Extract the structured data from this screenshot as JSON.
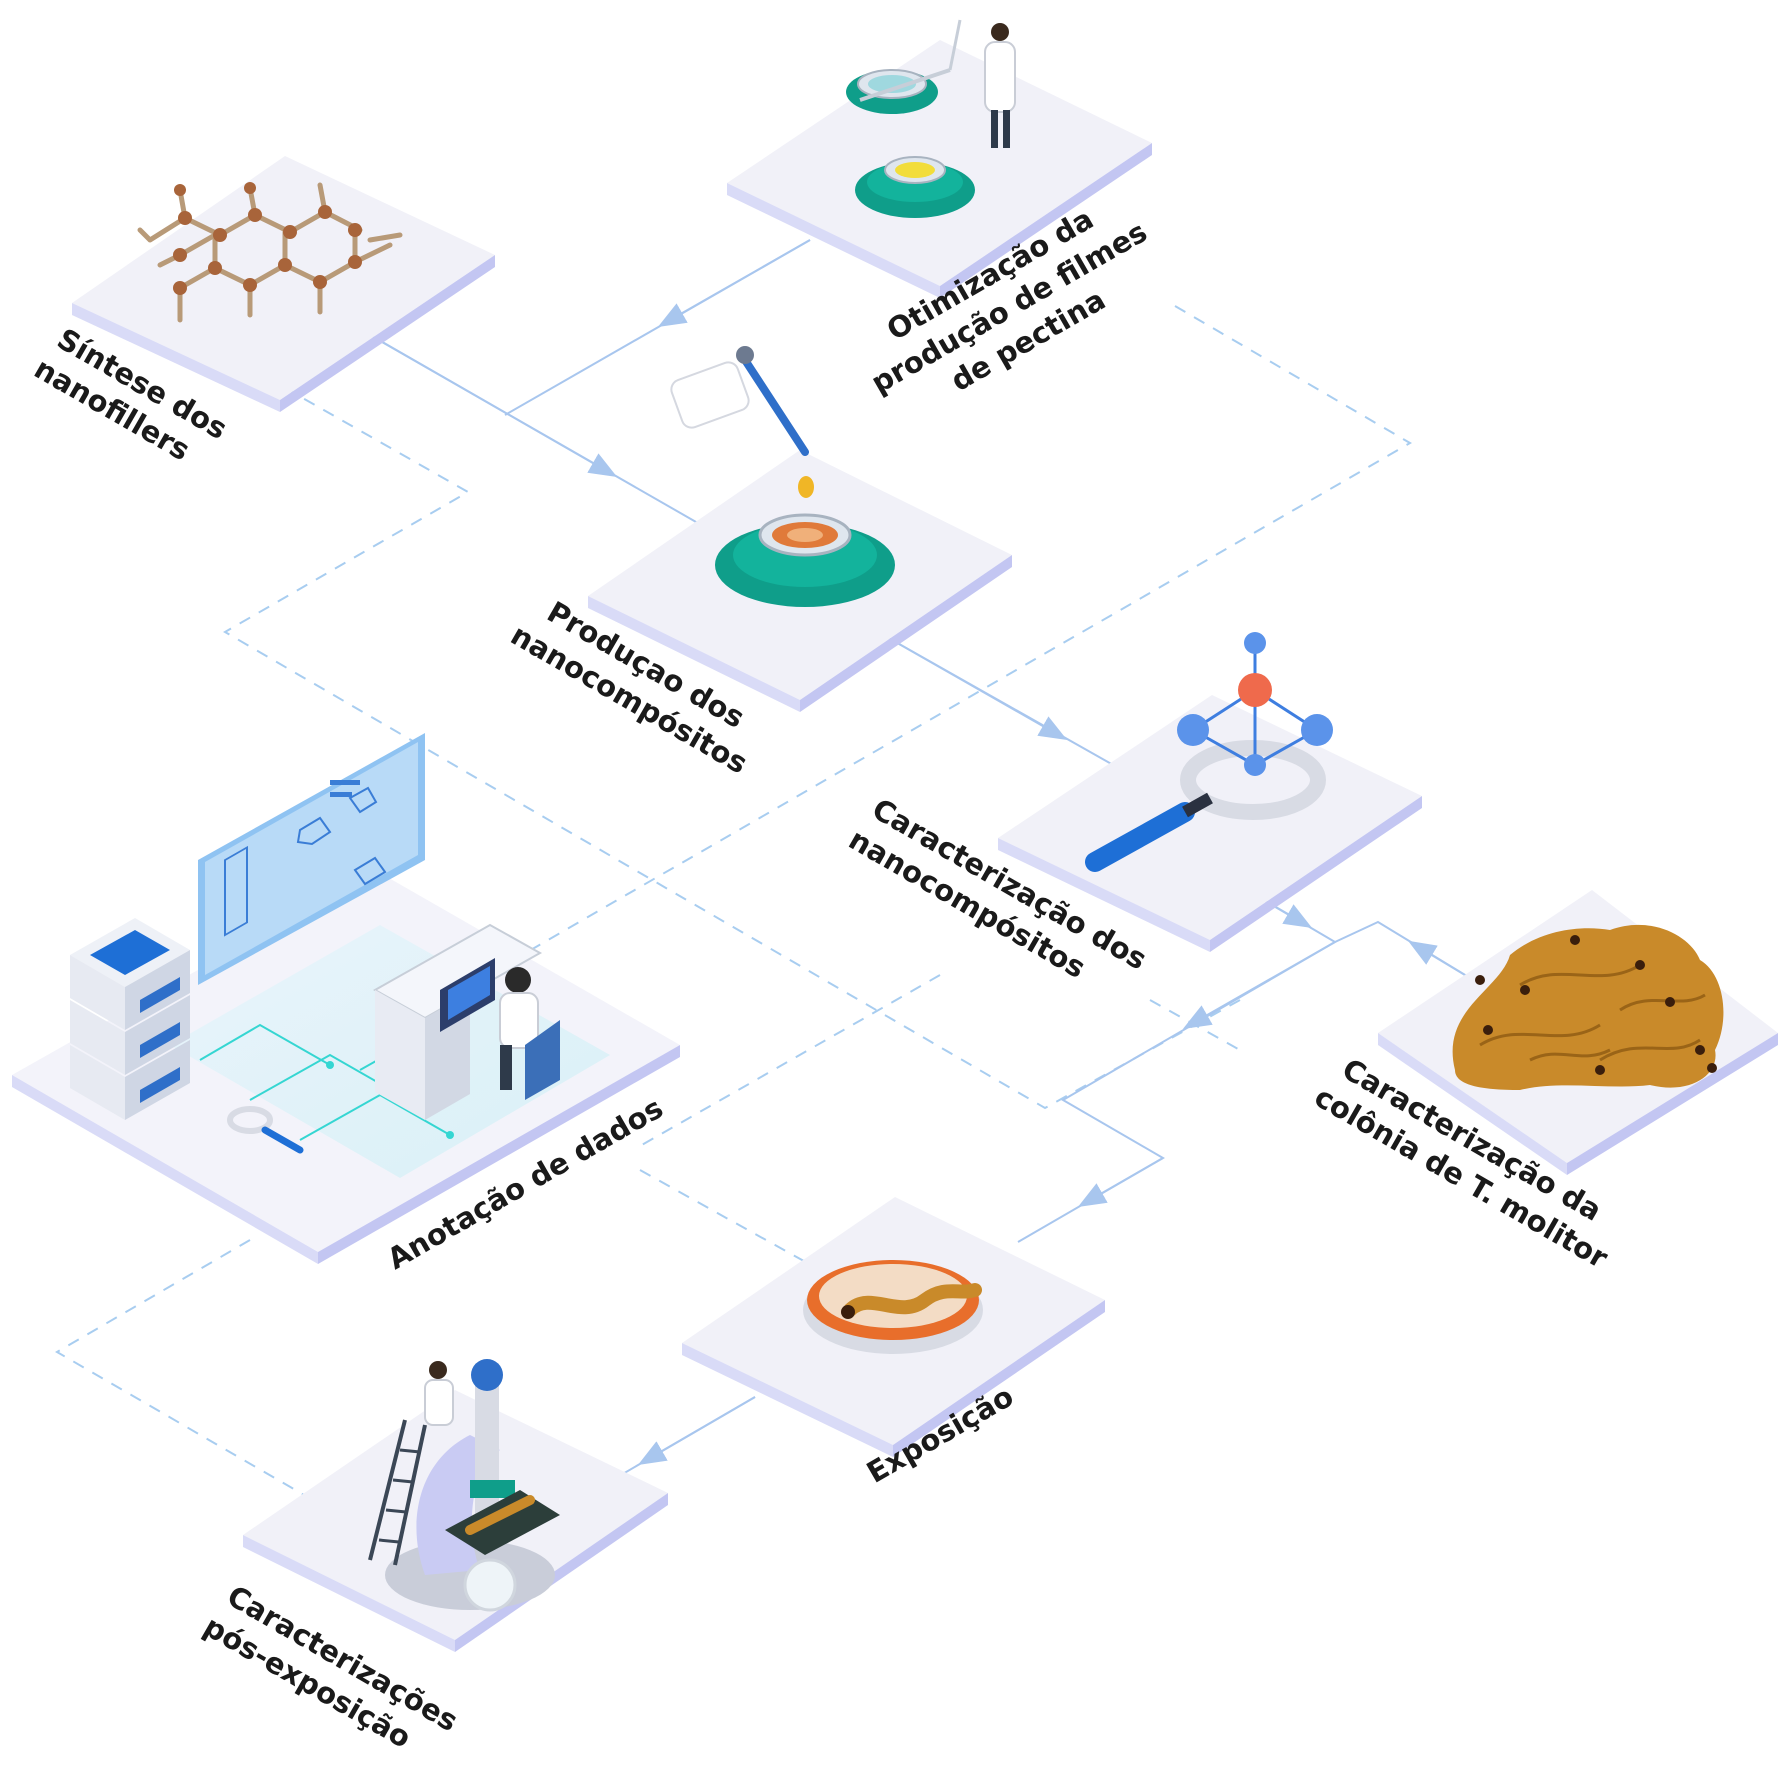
{
  "labels": {
    "sintese": [
      "Síntese dos",
      "nanofillers"
    ],
    "otimizacao": [
      "Otimização da",
      "produção de filmes",
      "de pectina"
    ],
    "producao": [
      "Produçao dos",
      "nanocompósitos"
    ],
    "caracterizacao_nano": [
      "Caracterização dos",
      "nanocompósitos"
    ],
    "anotacao": [
      "Anotação de dados"
    ],
    "colonia": [
      "Caracterização da",
      "colônia de T. molitor"
    ],
    "exposicao": [
      "Exposição"
    ],
    "pos_exposicao": [
      "Caracterizações",
      "pós-exposição"
    ]
  },
  "colors": {
    "platform_top": "#f1f1f8",
    "platform_side": "#c9cbf3",
    "solid_line": "#a8c6ee",
    "dashed_line": "#a8cdf0",
    "teal": "#0f9e8a",
    "blue": "#1e6fd6",
    "orange": "#e08a3a",
    "larva": "#c98a2a"
  },
  "icons": {
    "sintese": "hexagonal-lattice-icon",
    "otimizacao": "scientist-with-petri-dishes-icon",
    "producao": "pipette-over-petri-dish-icon",
    "caracterizacao_nano": "magnifier-with-molecule-icon",
    "anotacao": "data-workstation-icon",
    "colonia": "larvae-pile-icon",
    "exposicao": "larva-in-petri-dish-icon",
    "pos_exposicao": "microscope-icon"
  }
}
